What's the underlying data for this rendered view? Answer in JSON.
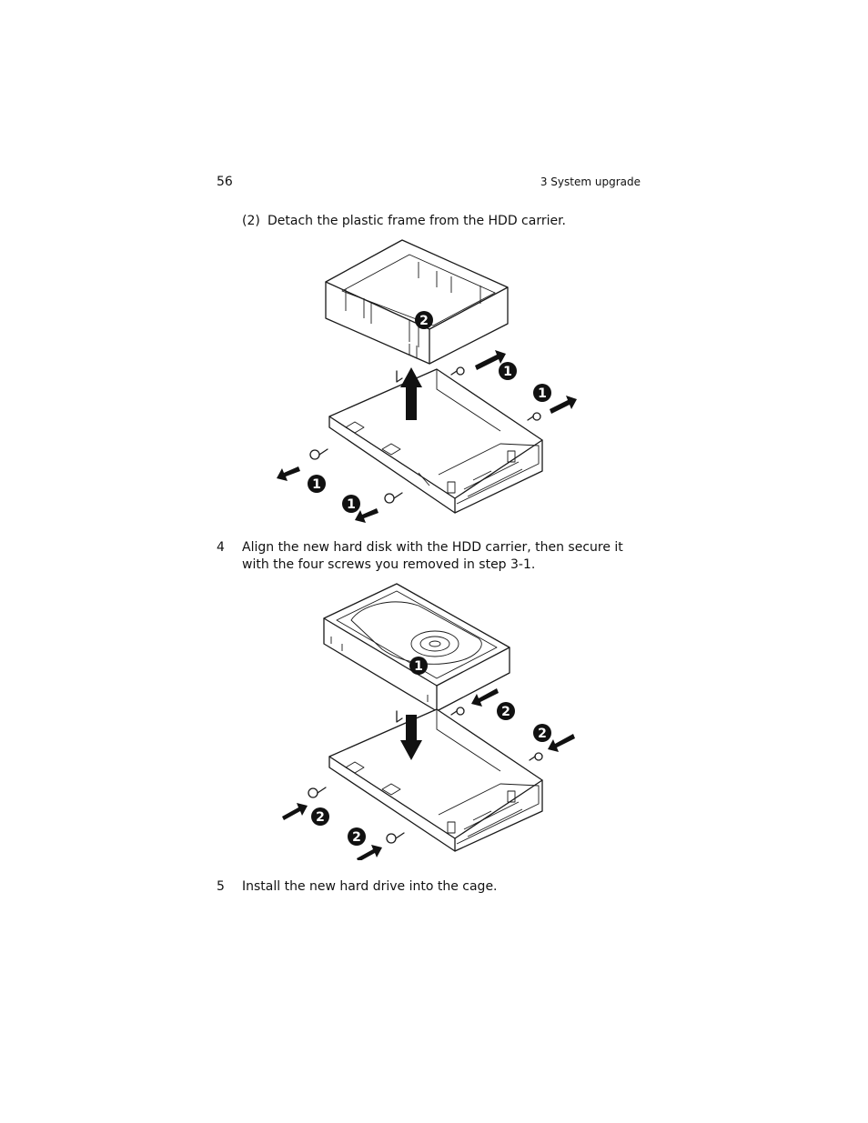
{
  "header": {
    "page_number": "56",
    "chapter": "3 System upgrade"
  },
  "substep": {
    "label": "(2)",
    "text": "Detach the plastic frame from the HDD carrier."
  },
  "step4": {
    "number": "4",
    "text": "Align the new hard disk with the HDD carrier, then secure it with the four screws you removed in step 3-1."
  },
  "step5": {
    "number": "5",
    "text": "Install the new hard drive into the cage."
  },
  "figure1": {
    "callouts": [
      "2",
      "1",
      "1",
      "1",
      "1"
    ]
  },
  "figure2": {
    "callouts": [
      "1",
      "2",
      "2",
      "2",
      "2"
    ]
  }
}
